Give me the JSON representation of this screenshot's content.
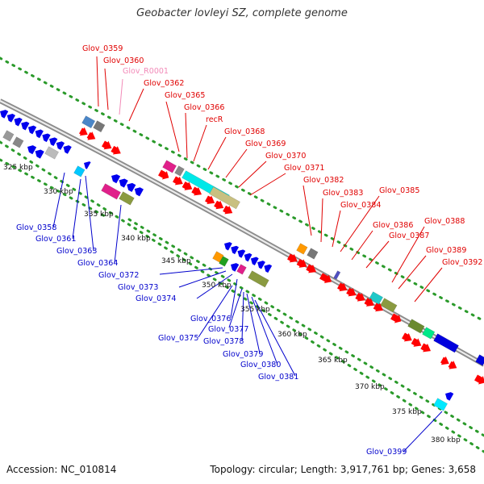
{
  "title": "Geobacter lovleyi SZ, complete genome",
  "footer": {
    "accession": "Accession: NC_010814",
    "summary": "Topology: circular; Length: 3,917,761 bp; Genes: 3,658"
  },
  "colors": {
    "forward_label": "#e00000",
    "reverse_label": "#0000cc",
    "rna_label": "#f28ab8",
    "backbone": "#a0a0a0",
    "gc_dots": "#2a9a2a"
  },
  "scale_labels": [
    "325 kbp",
    "330 kbp",
    "335 kbp",
    "340 kbp",
    "345 kbp",
    "350 kbp",
    "355 kbp",
    "360 kbp",
    "365 kbp",
    "370 kbp",
    "375 kbp",
    "380 kbp"
  ],
  "forward_labels": [
    "Glov_0359",
    "Glov_0360",
    "Glov_R0001",
    "Glov_0362",
    "Glov_0365",
    "Glov_0366",
    "recR",
    "Glov_0368",
    "Glov_0369",
    "Glov_0370",
    "Glov_0371",
    "Glov_0382",
    "Glov_0383",
    "Glov_0384",
    "Glov_0385",
    "Glov_0386",
    "Glov_0387",
    "Glov_0388",
    "Glov_0389",
    "Glov_0392"
  ],
  "reverse_labels": [
    "Glov_0358",
    "Glov_0361",
    "Glov_0363",
    "Glov_0364",
    "Glov_0372",
    "Glov_0373",
    "Glov_0374",
    "Glov_0376",
    "Glov_0375",
    "Glov_0377",
    "Glov_0378",
    "Glov_0379",
    "Glov_0380",
    "Glov_0381",
    "Glov_0399"
  ]
}
